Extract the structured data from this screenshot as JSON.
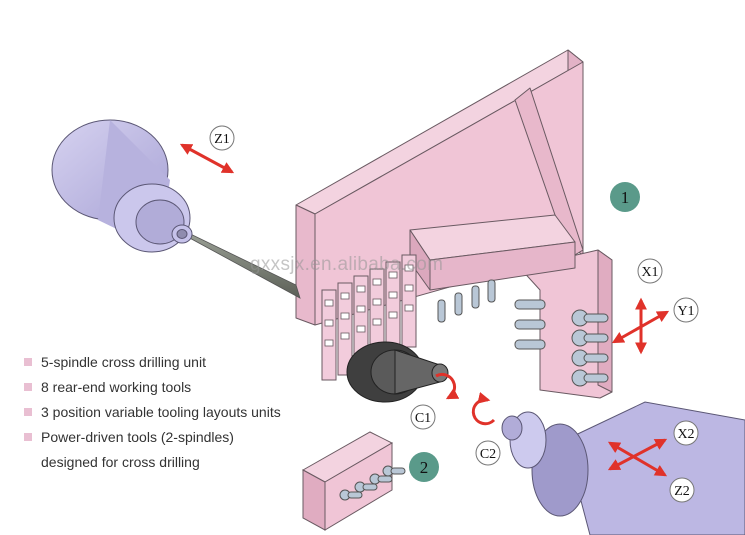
{
  "units": {
    "unit1": "1",
    "unit2": "2"
  },
  "axes": {
    "z1": "Z1",
    "x1": "X1",
    "y1": "Y1",
    "x2": "X2",
    "z2": "Z2",
    "c1": "C1",
    "c2": "C2"
  },
  "features": [
    "5-spindle cross drilling unit",
    "8 rear-end working tools",
    "3 position variable tooling layouts units",
    "Power-driven tools (2-spindles)"
  ],
  "features_cont": "designed for cross drilling",
  "watermark": "gxxsjx.en.alibaba.com",
  "colors": {
    "frame_pink": "#eec2d4",
    "chuck_purple": "#c4c0e6",
    "axis_arrow_red": "#e0322a",
    "badge_green": "#5a9a8a"
  }
}
